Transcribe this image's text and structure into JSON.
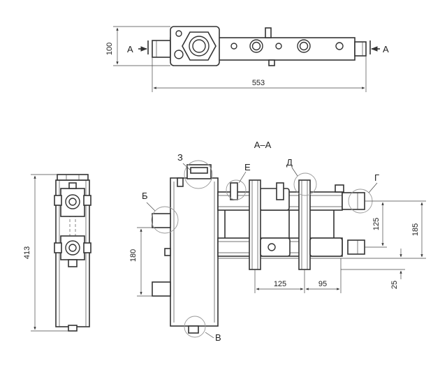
{
  "top_view": {
    "height_dim": "100",
    "length_dim": "553",
    "section_mark_left": "A",
    "section_mark_right": "A"
  },
  "side_view": {
    "height_dim": "413"
  },
  "section_view": {
    "title": "А–А",
    "callouts": {
      "z": "З",
      "e": "Е",
      "d": "Д",
      "b": "Б",
      "g": "Г",
      "v": "В"
    },
    "dims": {
      "d180": "180",
      "d125_h": "125",
      "d95": "95",
      "d125_v": "125",
      "d185": "185",
      "d25": "25"
    }
  }
}
